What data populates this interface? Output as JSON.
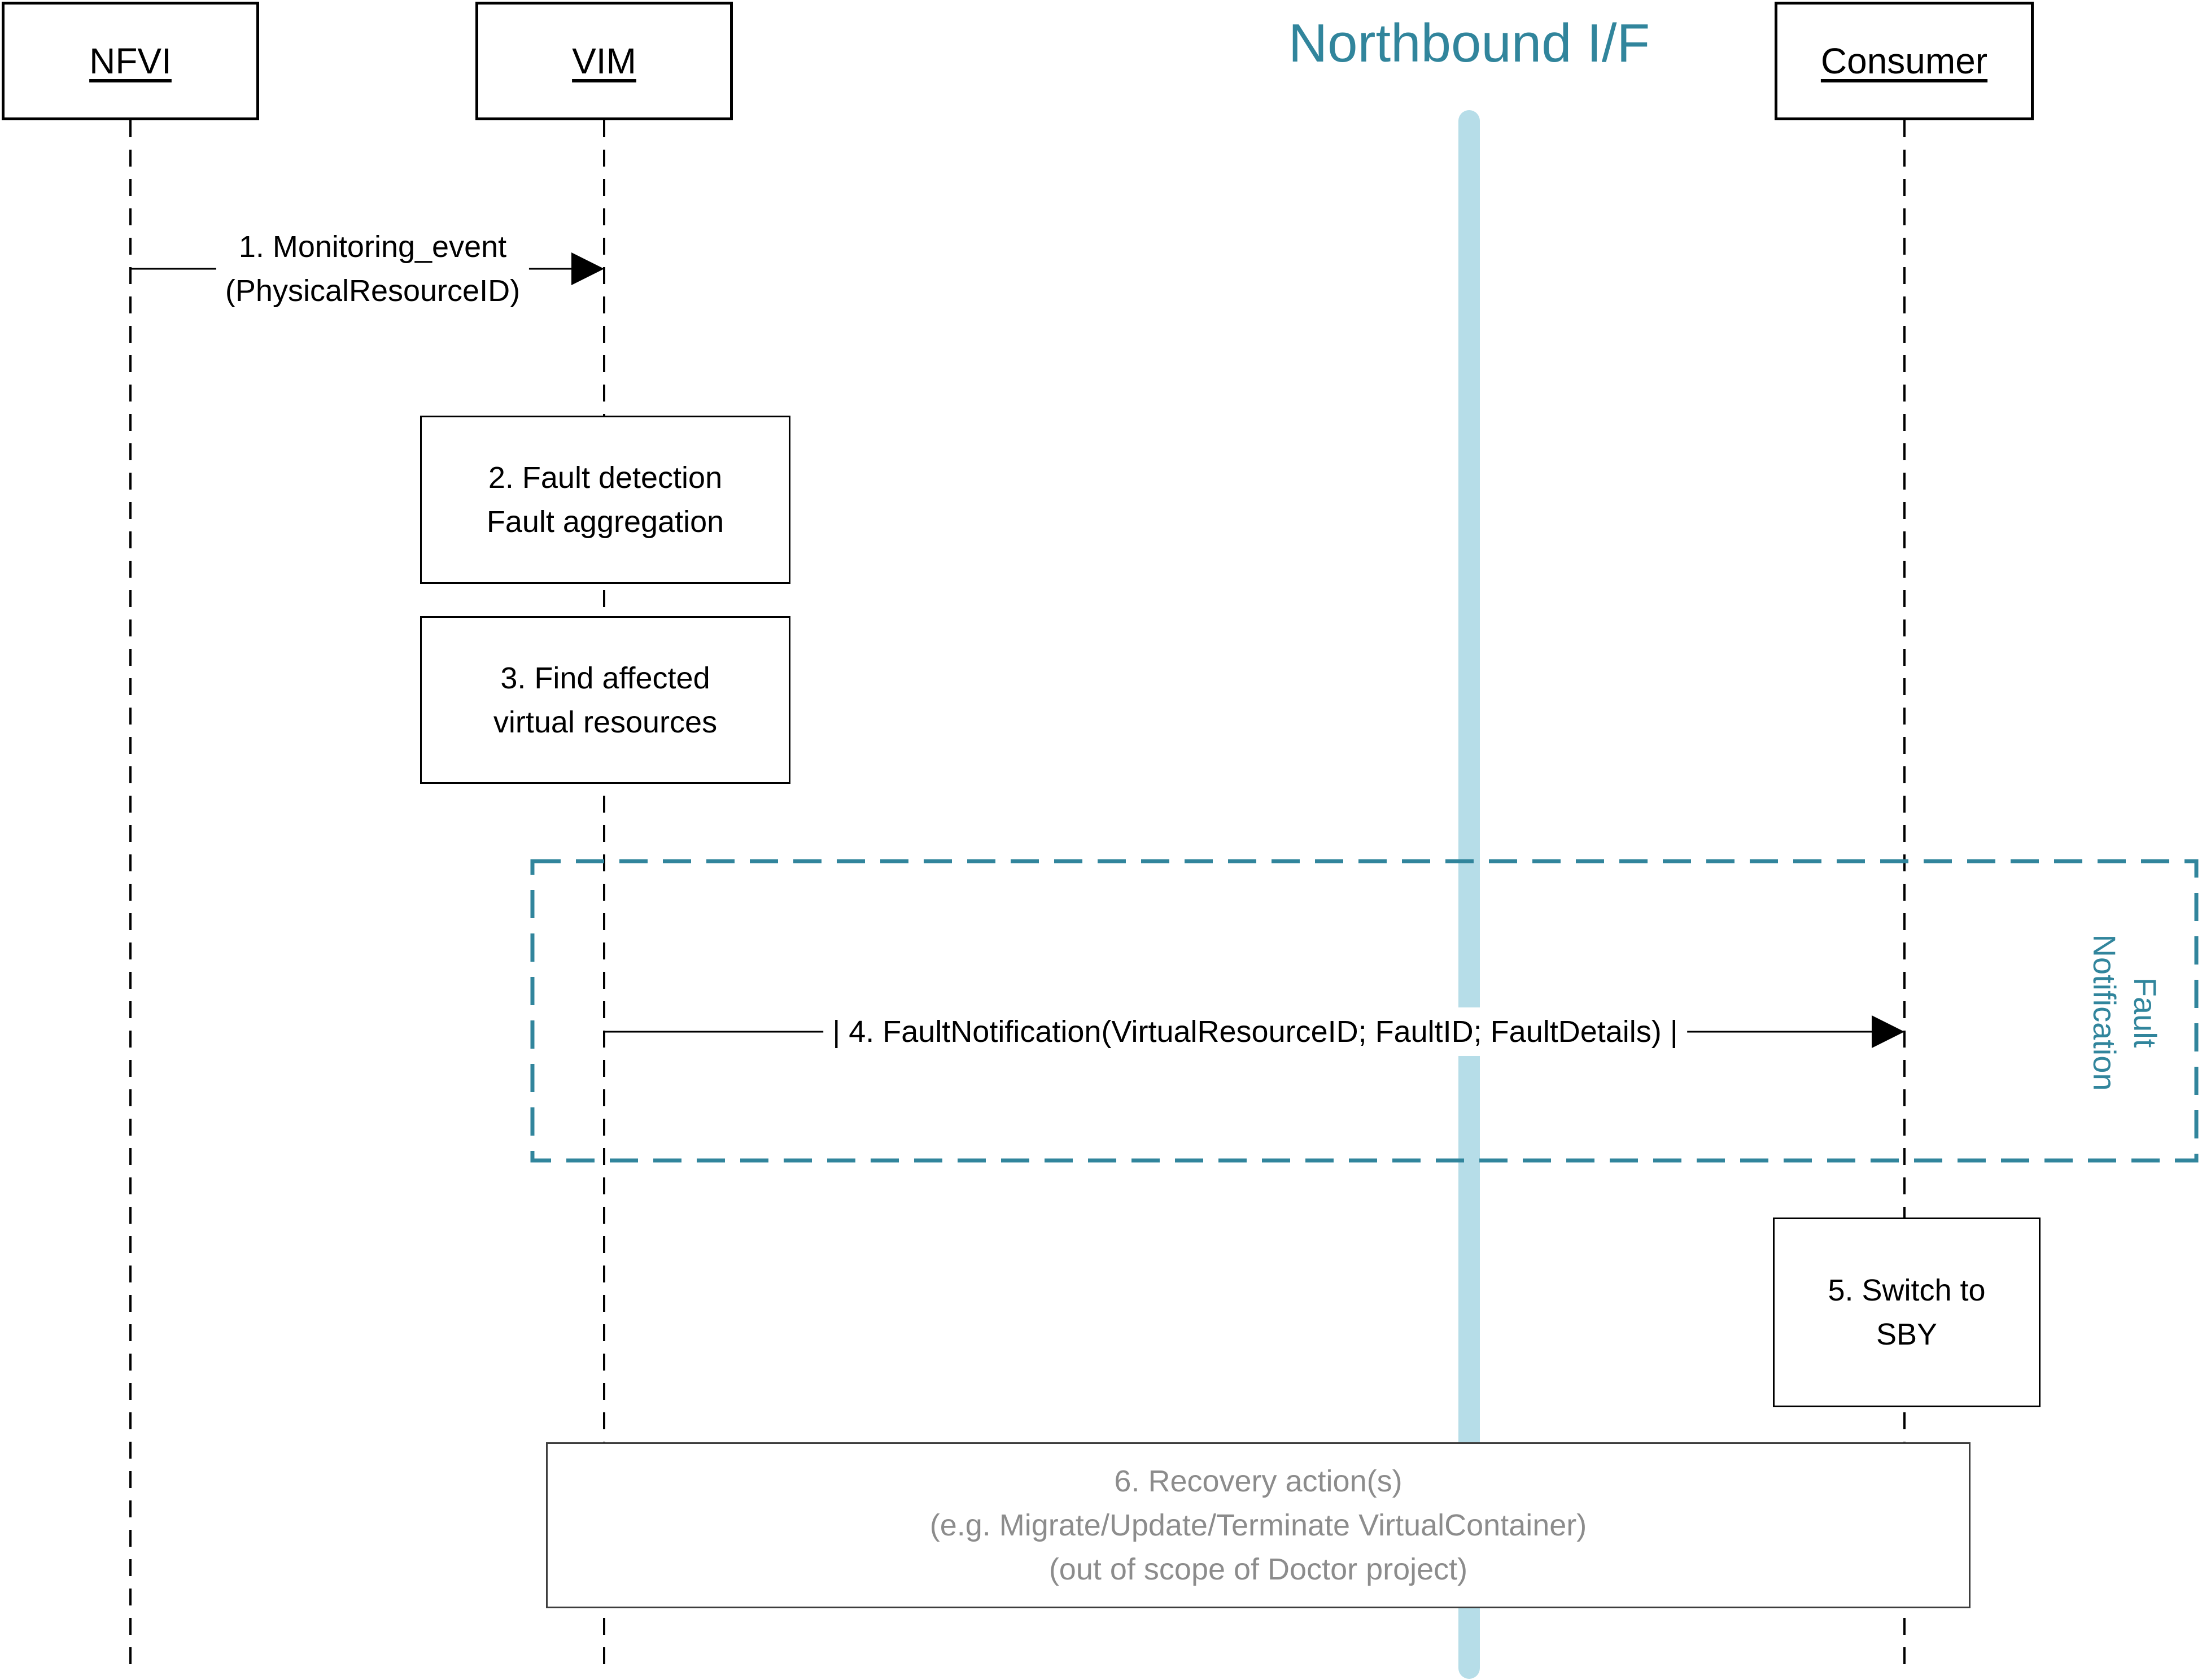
{
  "title": "Northbound I/F",
  "actors": [
    {
      "id": "nfvi",
      "label": "NFVI"
    },
    {
      "id": "vim",
      "label": "VIM"
    },
    {
      "id": "consumer",
      "label": "Consumer"
    }
  ],
  "messages": {
    "msg1": {
      "line1": "1. Monitoring_event",
      "line2": "(PhysicalResourceID)"
    },
    "msg4": {
      "label": "| 4. FaultNotification(VirtualResourceID; FaultID; FaultDetails) |"
    }
  },
  "activities": {
    "box2": {
      "line1": "2. Fault detection",
      "line2": "Fault aggregation"
    },
    "box3": {
      "line1": "3. Find affected",
      "line2": "virtual resources"
    },
    "box5": {
      "line1": "5. Switch to",
      "line2": "SBY"
    },
    "box6": {
      "line1": "6. Recovery action(s)",
      "line2": "(e.g. Migrate/Update/Terminate VirtualContainer)",
      "line3": "(out of scope of Doctor project)"
    }
  },
  "frame": {
    "label_line1": "Fault",
    "label_line2": "Notification"
  },
  "colors": {
    "teal": "#31859c",
    "light_blue": "#b6dde8",
    "gray_text": "#8c8c8c",
    "black": "#000000",
    "box6_border": "#3d3d3d"
  }
}
